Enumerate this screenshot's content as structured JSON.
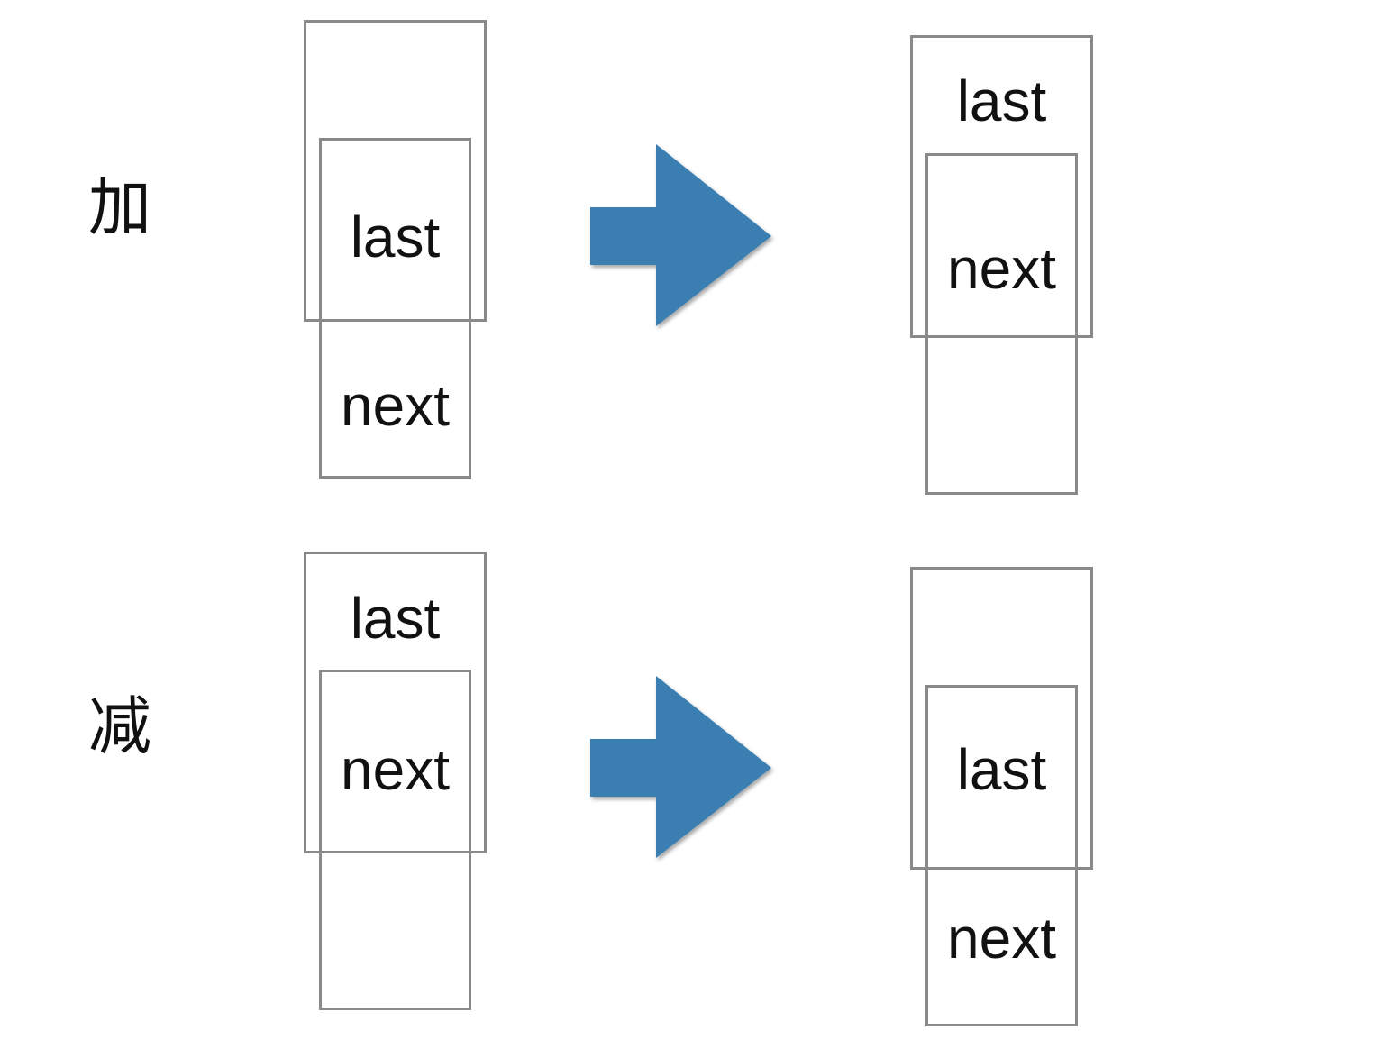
{
  "rows": {
    "add": {
      "label": "加",
      "before": {
        "top_word": "last",
        "bottom_word": "next"
      },
      "after": {
        "top_word": "last",
        "bottom_word": "next"
      }
    },
    "subtract": {
      "label": "减",
      "before": {
        "top_word": "last",
        "bottom_word": "next"
      },
      "after": {
        "top_word": "last",
        "bottom_word": "next"
      }
    }
  },
  "colors": {
    "arrow": "#3a7fb2",
    "box_border": "#8a8a8a",
    "text": "#111111"
  },
  "icons": {
    "arrow": "right-arrow-icon"
  }
}
